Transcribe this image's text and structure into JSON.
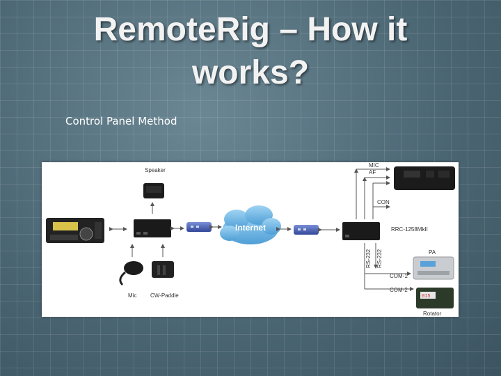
{
  "slide": {
    "title_line1": "RemoteRig – How it",
    "title_line2": "works?",
    "subtitle": "Control Panel Method"
  },
  "diagram": {
    "labels": {
      "speaker": "Speaker",
      "mic": "Mic",
      "cw_paddle": "CW-Paddle",
      "internet": "Internet",
      "mic_right": "MIC",
      "af": "AF",
      "con": "CON",
      "rrc": "RRC-1258MkII",
      "rs232_a": "RS-232",
      "rs232_b": "RS-232",
      "pa": "PA",
      "com1": "COM-1",
      "com2": "COM-2",
      "rotator": "Rotator"
    },
    "colors": {
      "cloud": "#6fb6e6",
      "router": "#4a5fb0",
      "device": "#1c1c1c",
      "arrow": "#555555"
    }
  }
}
